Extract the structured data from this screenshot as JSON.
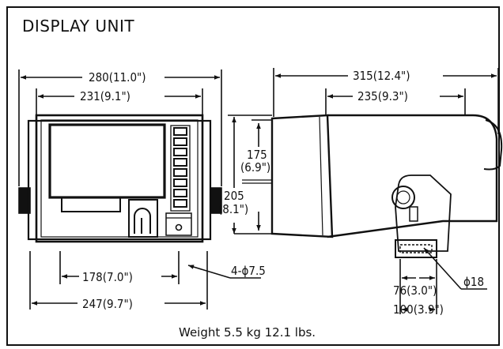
{
  "title": "DISPLAY UNIT",
  "front_view": {
    "dim_overall_width": "280(11.0\")",
    "dim_cabinet_width": "231(9.1\")",
    "dim_mount_inner": "178(7.0\")",
    "dim_mount_outer": "247(9.7\")",
    "dim_mount_holes": "4-ϕ7.5"
  },
  "side_view": {
    "dim_overall_depth": "315(12.4\")",
    "dim_cabinet_depth": "235(9.3\")",
    "dim_cabinet_height_a": "175",
    "dim_cabinet_height_b": "(6.9\")",
    "dim_overall_height_a": "205",
    "dim_overall_height_b": "(8.1\")",
    "dim_bracket_inner": "76(3.0\")",
    "dim_bracket_outer": "100(3.9\")",
    "dim_bolt_hole": "ϕ18"
  },
  "weight_caption": "Weight 5.5 kg 12.1 lbs."
}
